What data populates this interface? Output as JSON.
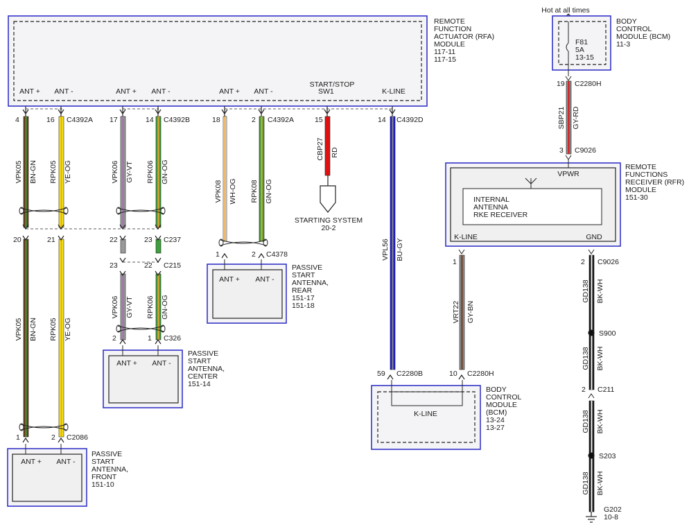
{
  "rfa": {
    "label_lines": [
      "REMOTE",
      "FUNCTION",
      "ACTUATOR (RFA)",
      "MODULE",
      "117-11",
      "117-15"
    ],
    "pin_labels": [
      "ANT +",
      "ANT -",
      "ANT +",
      "ANT -",
      "ANT +",
      "ANT -",
      "START/STOP",
      "SW1",
      "K-LINE"
    ]
  },
  "bcm_top": {
    "hot": "Hot at all times",
    "label_lines": [
      "BODY",
      "CONTROL",
      "MODULE (BCM)",
      "11-3"
    ],
    "fuse_lines": [
      "F81",
      "5A",
      "13-15"
    ],
    "pin": "19",
    "connector": "C2280H",
    "wire_lines": [
      "SBP21",
      "GY-RD"
    ]
  },
  "rfr": {
    "pin_in": "3",
    "connector_in": "C9026",
    "vpwr": "VPWR",
    "internal_lines": [
      "INTERNAL",
      "ANTENNA",
      "RKE RECEIVER"
    ],
    "kline": "K-LINE",
    "gnd": "GND",
    "label_lines": [
      "REMOTE",
      "FUNCTIONS",
      "RECEIVER (RFR)",
      "MODULE",
      "151-30"
    ]
  },
  "connectors": {
    "c4392a": "C4392A",
    "c4392b": "C4392B",
    "c4392a2": "C4392A",
    "c4392d": "C4392D",
    "c237": "C237",
    "c215": "C215",
    "c326": "C326",
    "c2086": "C2086",
    "c4378": "C4378",
    "c2280b": "C2280B",
    "c2280h": "C2280H",
    "c9026": "C9026",
    "s900": "S900",
    "c211": "C211",
    "s203": "S203"
  },
  "pins": {
    "p4": "4",
    "p16": "16",
    "p17": "17",
    "p14": "14",
    "p18": "18",
    "p2": "2",
    "p15": "15",
    "p14b": "14",
    "p20": "20",
    "p21": "21",
    "p22": "22",
    "p23": "23",
    "p23b": "23",
    "p22b": "22",
    "p2b": "2",
    "p1b": "1",
    "p1c": "1",
    "p2c": "2",
    "p1d": "1",
    "p2d": "2",
    "p59": "59",
    "p10": "10",
    "p1e": "1",
    "p2e": "2",
    "p2f": "2"
  },
  "wires": {
    "w1": [
      "VPK05",
      "BN-GN"
    ],
    "w2": [
      "RPK05",
      "YE-OG"
    ],
    "w3": [
      "VPK06",
      "GY-VT"
    ],
    "w4": [
      "RPK06",
      "GN-OG"
    ],
    "w5": [
      "VPK08",
      "WH-OG"
    ],
    "w6": [
      "RPK08",
      "GN-OG"
    ],
    "w7": [
      "CBP27",
      "RD"
    ],
    "w8": [
      "VPL56",
      "BU-GY"
    ],
    "w9": [
      "VPK05",
      "BN-GN"
    ],
    "w10": [
      "RPK05",
      "YE-OG"
    ],
    "w11": [
      "VPK06",
      "GY-VT"
    ],
    "w12": [
      "RPK06",
      "GN-OG"
    ],
    "w13": [
      "VRT22",
      "GY-BN"
    ],
    "w14": [
      "GD138",
      "BK-WH"
    ],
    "w15": [
      "GD138",
      "BK-WH"
    ],
    "w16": [
      "GD138",
      "BK-WH"
    ],
    "w17": [
      "GD138",
      "BK-WH"
    ]
  },
  "starting": {
    "lines": [
      "STARTING SYSTEM",
      "20-2"
    ]
  },
  "ant_front": {
    "pins": [
      "ANT +",
      "ANT -"
    ],
    "label_lines": [
      "PASSIVE",
      "START",
      "ANTENNA,",
      "FRONT",
      "151-10"
    ]
  },
  "ant_center": {
    "pins": [
      "ANT +",
      "ANT -"
    ],
    "label_lines": [
      "PASSIVE",
      "START",
      "ANTENNA,",
      "CENTER",
      "151-14"
    ]
  },
  "ant_rear": {
    "pins": [
      "ANT +",
      "ANT -"
    ],
    "label_lines": [
      "PASSIVE",
      "START",
      "ANTENNA,",
      "REAR",
      "151-17",
      "151-18"
    ]
  },
  "bcm_bottom": {
    "kline": "K-LINE",
    "label_lines": [
      "BODY",
      "CONTROL",
      "MODULE",
      "(BCM)",
      "13-24",
      "13-27"
    ]
  },
  "ground": {
    "lines": [
      "G202",
      "10-8"
    ]
  },
  "colors": {
    "frame": "#3333c8",
    "BN": "#6b3a1c",
    "YE": "#f2ea10",
    "GY": "#8c8c8c",
    "VT": "#a070b0",
    "GN": "#3ca03c",
    "OG": "#f0a030",
    "WH": "#f4f4f4",
    "RD": "#e01010",
    "BU": "#1a1ad0",
    "BK": "#111111"
  }
}
